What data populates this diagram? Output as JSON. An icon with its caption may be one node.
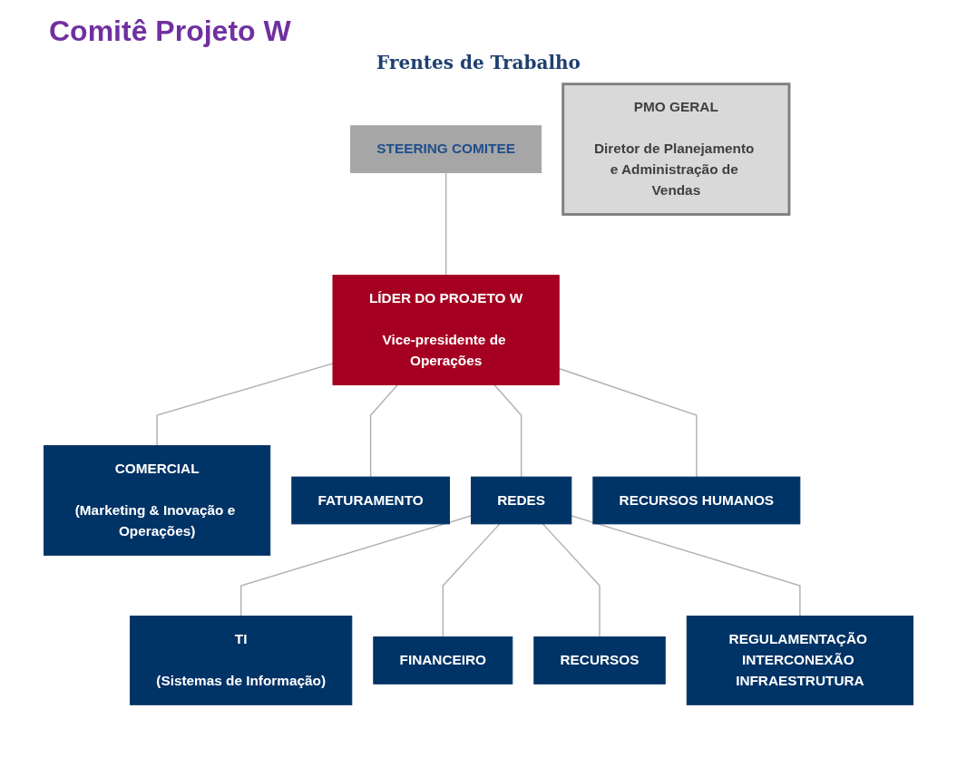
{
  "diagram": {
    "title": "Comitê Projeto W",
    "nodes": [
      {
        "text": [
          "STEERING COMITEE"
        ]
      },
      {
        "text": [
          "LÍDER DO PROJETO W",
          "Vice-presidente de Operações"
        ]
      },
      {
        "text": [
          "COMERCIAL",
          "(Marketing & Inovação e Operações)"
        ]
      },
      {
        "text": [
          "FATURAMENTO"
        ]
      },
      {
        "text": [
          "REDES"
        ]
      },
      {
        "text": [
          "RECURSOS HUMANOS"
        ]
      },
      {
        "text": [
          "PMO GERAL",
          "Diretor de Planejamento e Administração de Vendas"
        ]
      },
      {
        "text": [
          "TI",
          "(Sistemas de Informação)"
        ]
      },
      {
        "text": [
          "FINANCEIRO"
        ]
      },
      {
        "text": [
          "RECURSOS"
        ]
      },
      {
        "text": [
          "REGULAMENTAÇÃO INTERCONEXÃO INFRAESTRUTURA"
        ]
      }
    ],
    "edges": [
      {
        "from": 0,
        "to": 1,
        "arrow": "none"
      },
      {
        "from": 1,
        "to": 2,
        "arrow": "none"
      },
      {
        "from": 1,
        "to": 3,
        "arrow": "none"
      },
      {
        "from": 1,
        "to": 4,
        "arrow": "none"
      },
      {
        "from": 1,
        "to": 5,
        "arrow": "none"
      },
      {
        "from": 4,
        "to": 7,
        "arrow": "none"
      },
      {
        "from": 4,
        "to": 8,
        "arrow": "none"
      },
      {
        "from": 4,
        "to": 9,
        "arrow": "none"
      },
      {
        "from": 4,
        "to": 10,
        "arrow": "none"
      }
    ],
    "labels": [
      "Frentes de Trabalho"
    ]
  }
}
